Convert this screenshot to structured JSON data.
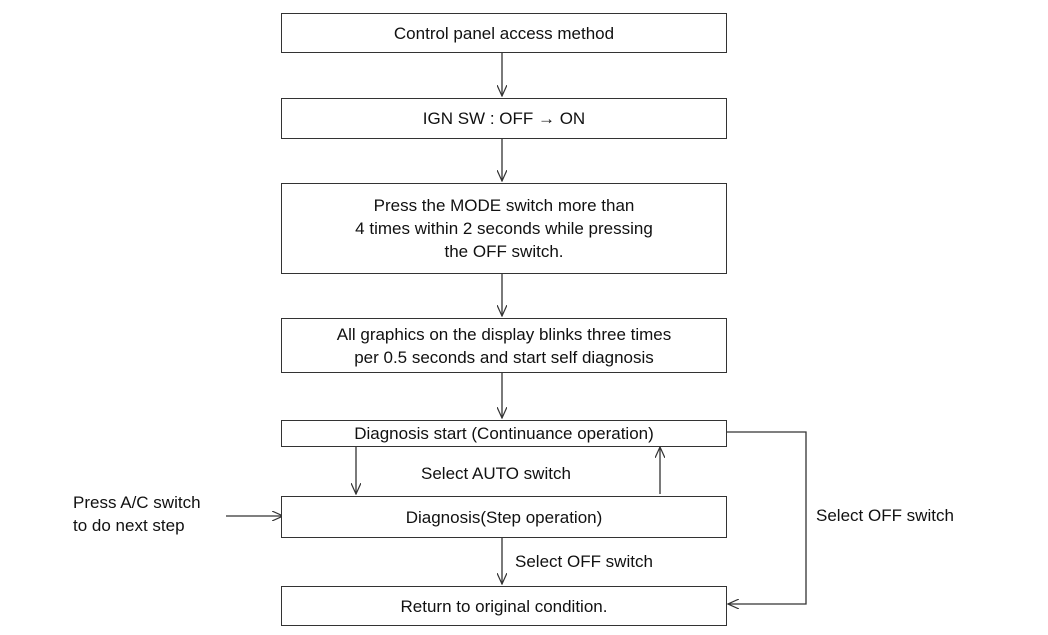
{
  "flowchart": {
    "steps": {
      "access": "Control panel access method",
      "ign": "IGN SW : OFF → ON",
      "press": [
        "Press the MODE switch more than",
        "4 times within 2 seconds while pressing",
        "the OFF switch."
      ],
      "blink": [
        "All graphics on the display blinks three times",
        "per 0.5 seconds and start self diagnosis"
      ],
      "diag_start": "Diagnosis start (Continuance operation)",
      "diag_step": "Diagnosis(Step operation)",
      "return": "Return to original condition."
    },
    "labels": {
      "select_auto": "Select AUTO switch",
      "press_ac": [
        "Press A/C switch",
        "to do next step"
      ],
      "select_off_right": "Select OFF switch",
      "select_off_center": "Select OFF switch"
    }
  }
}
